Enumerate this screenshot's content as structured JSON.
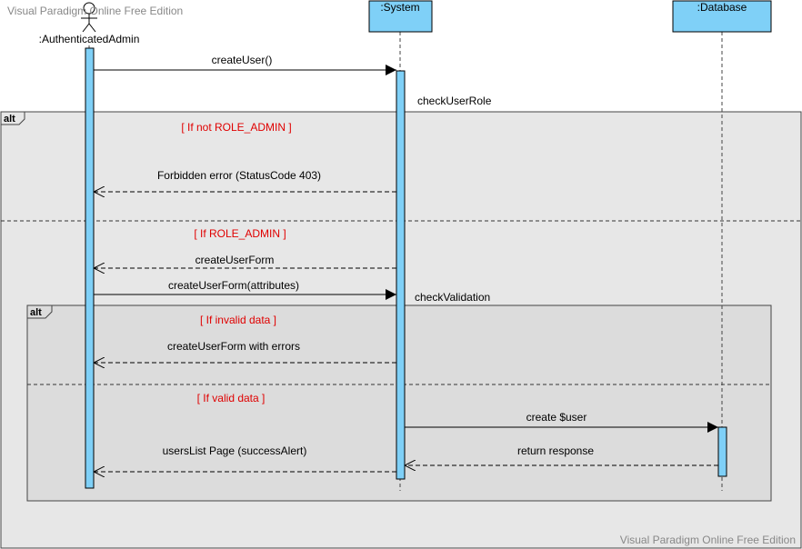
{
  "watermark_top": "Visual Paradigm Online Free Edition",
  "watermark_bottom": "Visual Paradigm Online Free Edition",
  "actor": {
    "name": ":AuthenticatedAdmin"
  },
  "lifelines": {
    "system": ":System",
    "database": ":Database"
  },
  "fragments": {
    "outer_tag": "alt",
    "inner_tag": "alt",
    "guard_not_admin": "[ If not ROLE_ADMIN ]",
    "guard_admin": "[ If ROLE_ADMIN ]",
    "guard_invalid": "[ If invalid data ]",
    "guard_valid": "[ If valid data ]"
  },
  "messages": {
    "create_user": "createUser()",
    "check_user_role": "checkUserRole",
    "forbidden": "Forbidden error (StatusCode 403)",
    "create_user_form_reply": "createUserForm",
    "create_user_form_call": "createUserForm(attributes)",
    "check_validation": "checkValidation",
    "form_with_errors": "createUserForm with errors",
    "create_user_db": "create $user",
    "return_response": "return response",
    "users_list": "usersList Page (successAlert)"
  },
  "colors": {
    "lifeline_head": "#7fd0f7",
    "activation": "#7fd0f7",
    "outer_fragment": "#e7e7e7",
    "inner_fragment": "#dcdcdc",
    "guard": "#e00000"
  }
}
